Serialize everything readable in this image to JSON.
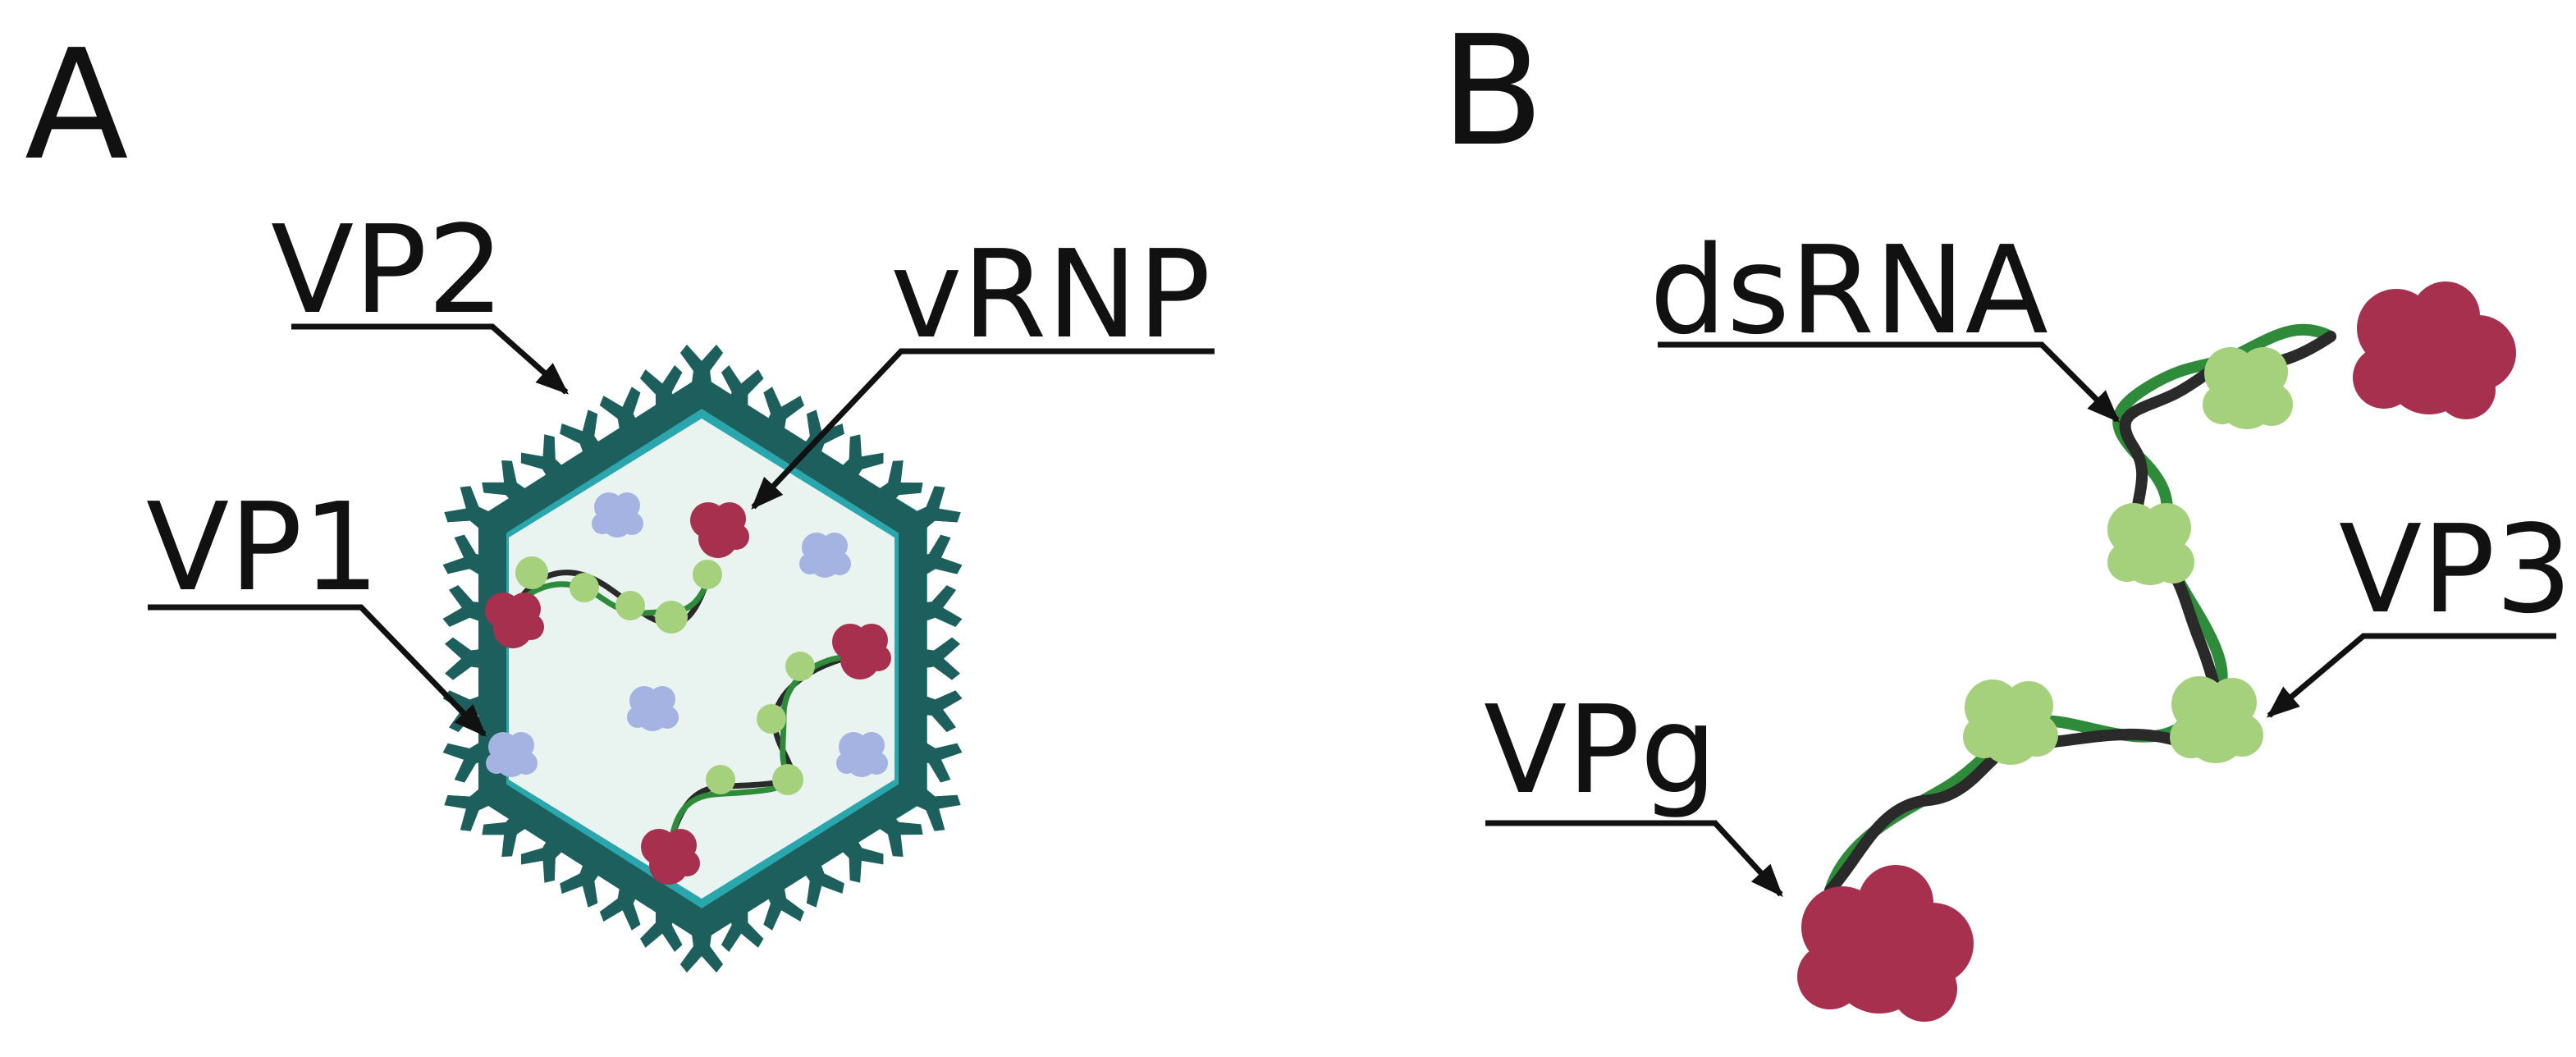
{
  "panels": {
    "a": {
      "letter": "A",
      "labels": {
        "vp2": "VP2",
        "vrnp": "vRNP",
        "vp1": "VP1"
      }
    },
    "b": {
      "letter": "B",
      "labels": {
        "dsrna": "dsRNA",
        "vp3": "VP3",
        "vpg": "VPg"
      }
    }
  },
  "colors": {
    "capsid_spike": "#1c5f5c",
    "capsid_inner_ring": "#2aa6ad",
    "capsid_interior": "#e9f4f1",
    "vp1": "#a4b3e2",
    "vpg": "#a7304f",
    "vp3": "#a5d07c",
    "rna_green": "#2e8b3a",
    "rna_dark": "#2a2a2a",
    "line": "#111111"
  }
}
